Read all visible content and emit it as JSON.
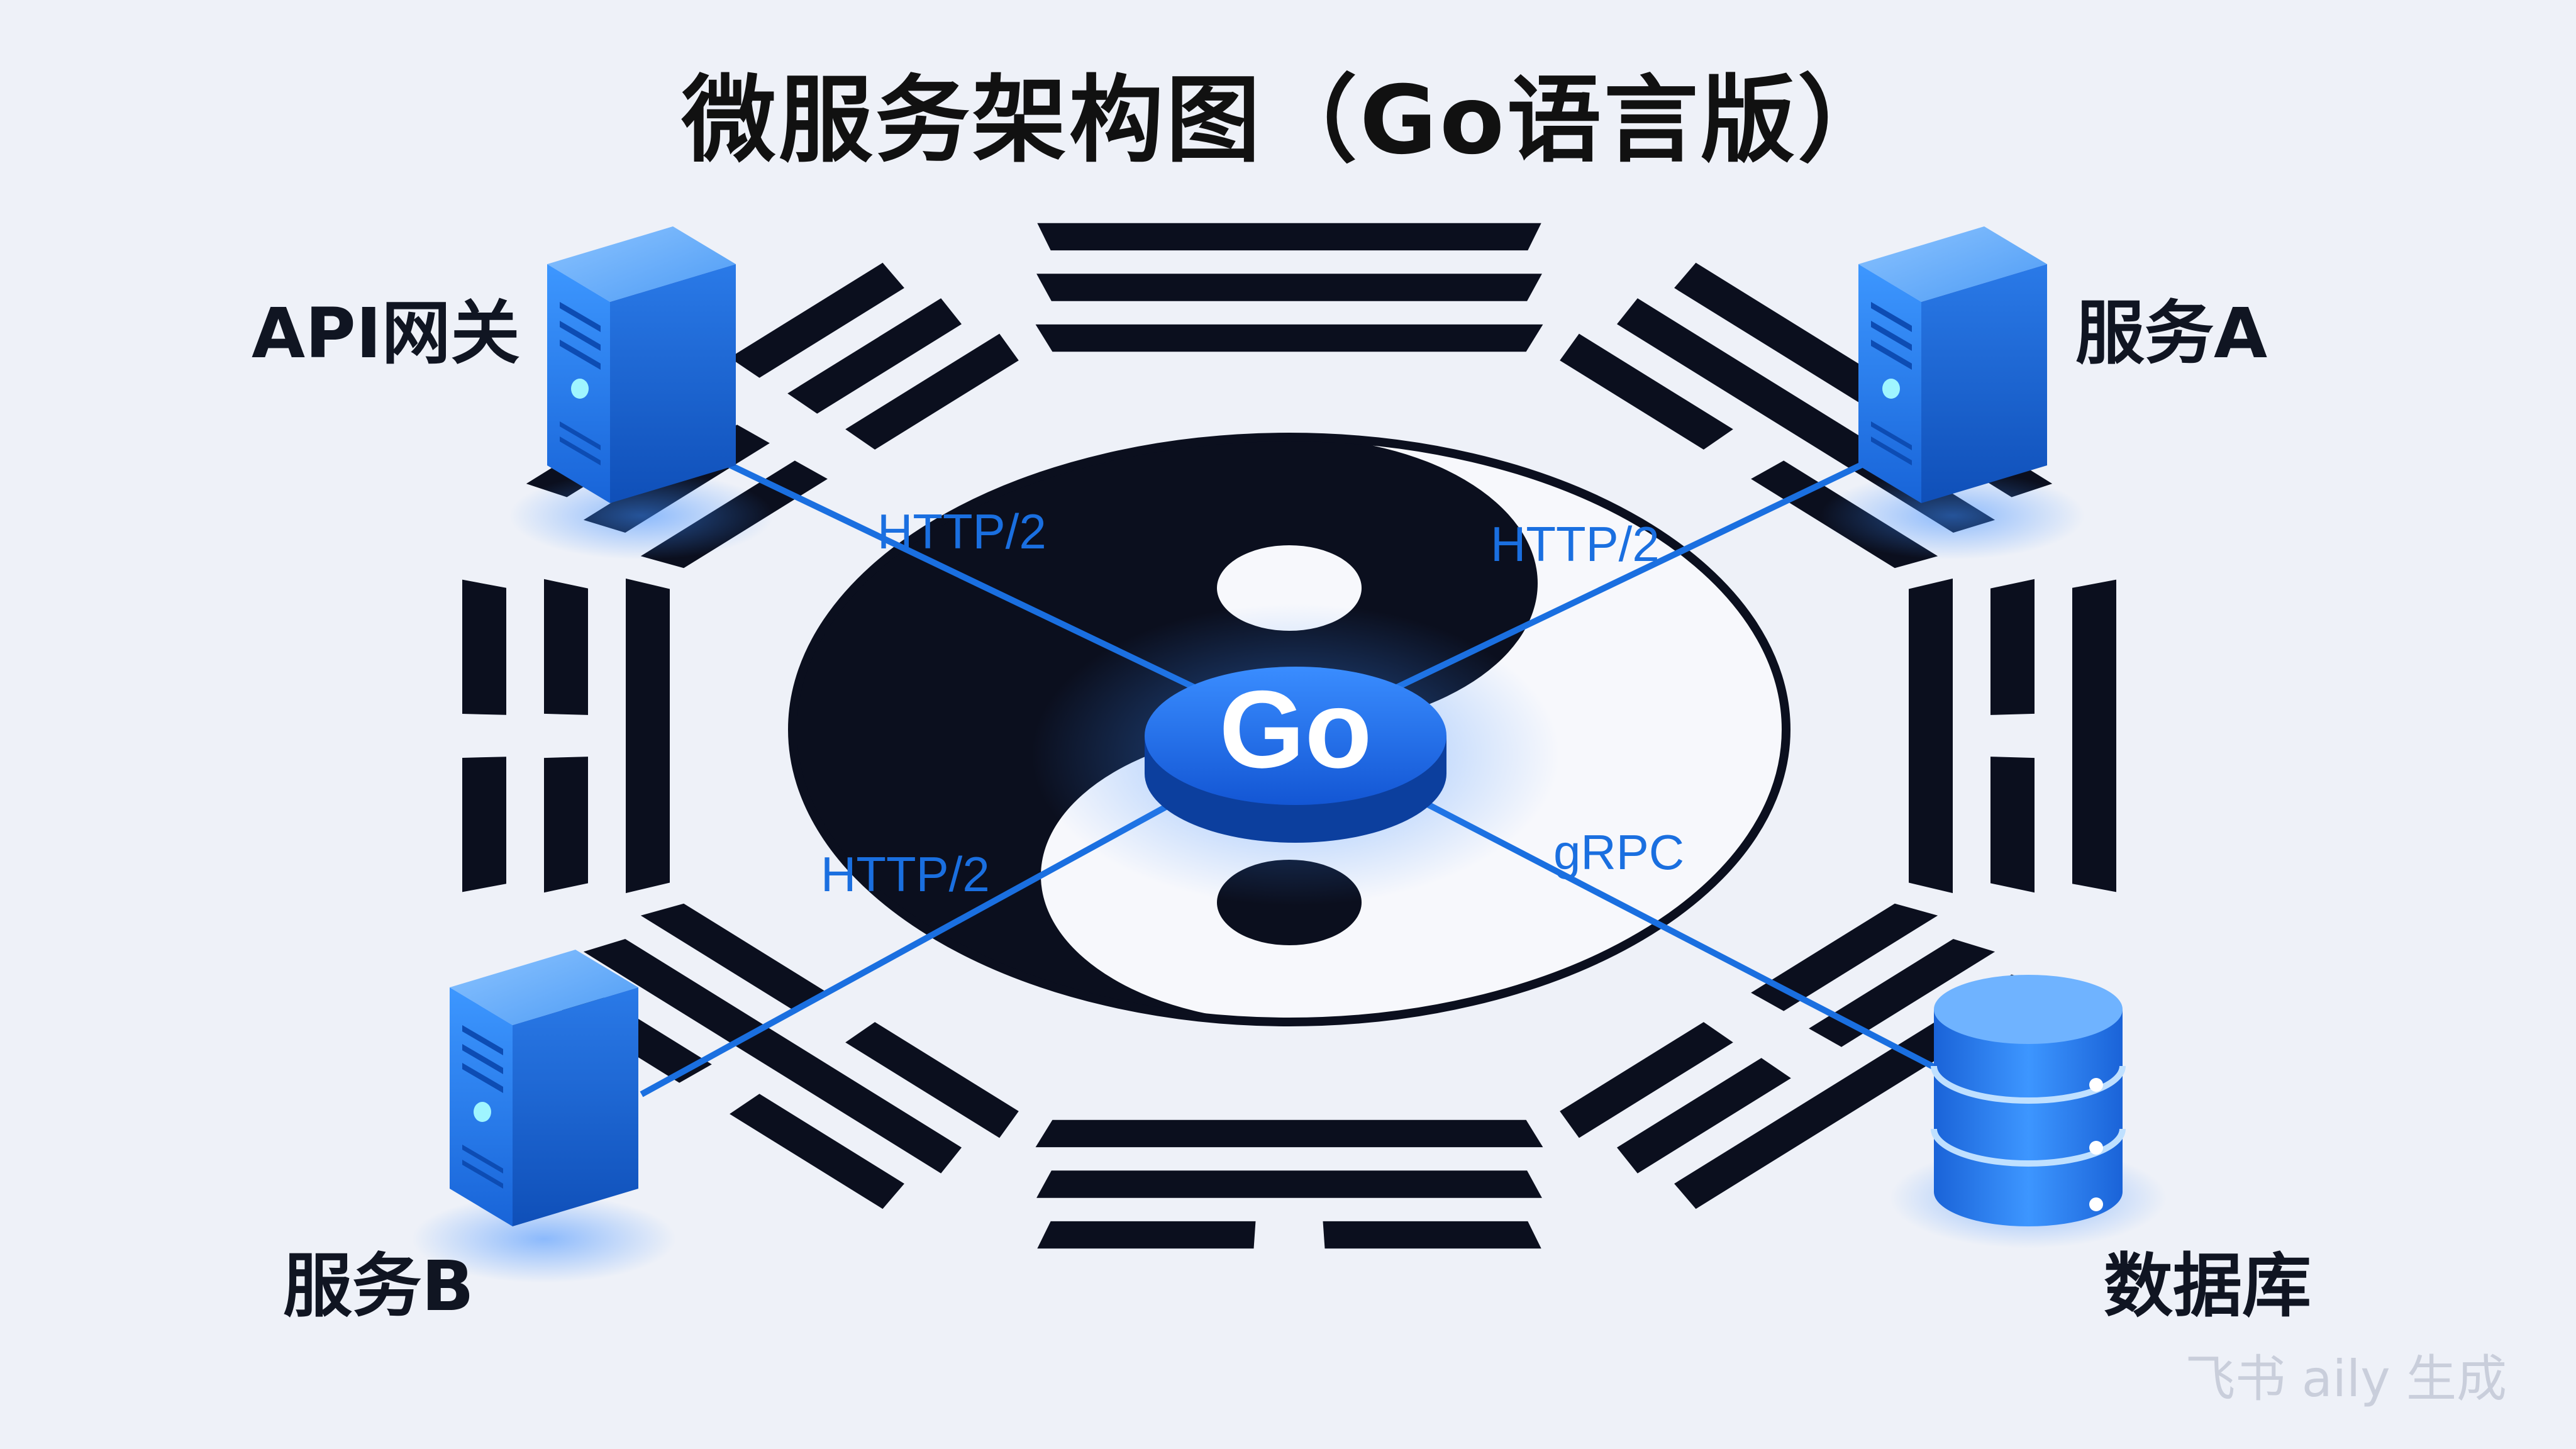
{
  "title": "微服务架构图（Go语言版）",
  "center": {
    "label": "Go"
  },
  "nodes": {
    "gateway": {
      "label": "API网关",
      "icon": "server-icon"
    },
    "service_a": {
      "label": "服务A",
      "icon": "server-icon"
    },
    "service_b": {
      "label": "服务B",
      "icon": "server-icon"
    },
    "database": {
      "label": "数据库",
      "icon": "database-icon"
    }
  },
  "connections": [
    {
      "from": "gateway",
      "to": "center",
      "label": "HTTP/2"
    },
    {
      "from": "service_a",
      "to": "center",
      "label": "HTTP/2"
    },
    {
      "from": "service_b",
      "to": "center",
      "label": "HTTP/2"
    },
    {
      "from": "database",
      "to": "center",
      "label": "gRPC"
    }
  ],
  "watermark": "飞书 aily 生成",
  "colors": {
    "accent": "#1a6fe0",
    "server": "#2f86f0",
    "ink": "#0b0f1e",
    "background": "#eef1f8"
  }
}
